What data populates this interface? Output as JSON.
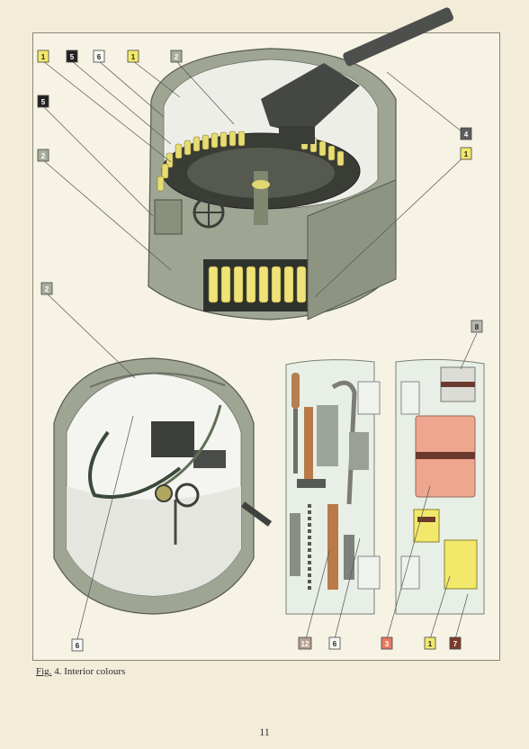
{
  "caption": {
    "fig_label": "Fig.",
    "text": " 4. Interior colours"
  },
  "page_number": "11",
  "colors": {
    "1": "#f2e96b",
    "2": "#a7ad9c",
    "3": "#e8795f",
    "4": "#5b5d5c",
    "5": "#222222",
    "6": "#f7f7f4",
    "7": "#7b3a2b",
    "8": "#b9b8b0",
    "12": "#b7a18f"
  },
  "labels": {
    "top": [
      "1",
      "5",
      "6",
      "1",
      "2",
      "5",
      "2",
      "4",
      "1"
    ],
    "mid": [
      "2",
      "8"
    ],
    "bottom": [
      "6",
      "12",
      "6",
      "3",
      "1",
      "7"
    ]
  }
}
